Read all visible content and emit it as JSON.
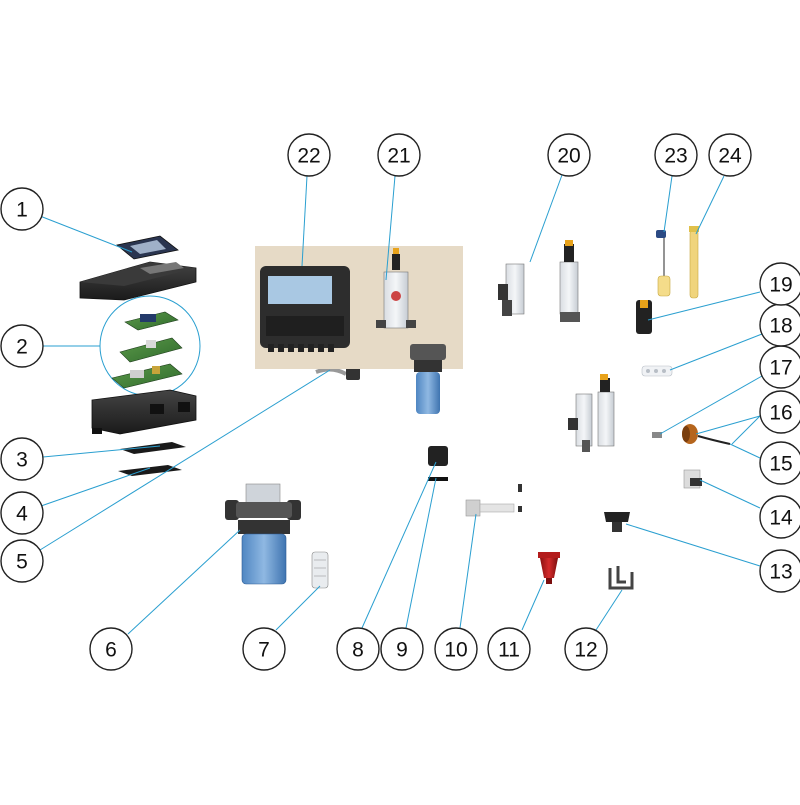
{
  "diagram": {
    "leader_color": "#2a9fd0",
    "callouts": [
      {
        "id": "1",
        "label": "1"
      },
      {
        "id": "2",
        "label": "2"
      },
      {
        "id": "3",
        "label": "3"
      },
      {
        "id": "4",
        "label": "4"
      },
      {
        "id": "5",
        "label": "5"
      },
      {
        "id": "6",
        "label": "6"
      },
      {
        "id": "7",
        "label": "7"
      },
      {
        "id": "8",
        "label": "8"
      },
      {
        "id": "9",
        "label": "9"
      },
      {
        "id": "10",
        "label": "10"
      },
      {
        "id": "11",
        "label": "11"
      },
      {
        "id": "12",
        "label": "12"
      },
      {
        "id": "13",
        "label": "13"
      },
      {
        "id": "14",
        "label": "14"
      },
      {
        "id": "15",
        "label": "15"
      },
      {
        "id": "16",
        "label": "16"
      },
      {
        "id": "17",
        "label": "17"
      },
      {
        "id": "18",
        "label": "18"
      },
      {
        "id": "19",
        "label": "19"
      },
      {
        "id": "20",
        "label": "20"
      },
      {
        "id": "21",
        "label": "21"
      },
      {
        "id": "22",
        "label": "22"
      },
      {
        "id": "23",
        "label": "23"
      },
      {
        "id": "24",
        "label": "24"
      }
    ],
    "parts": [
      {
        "id": "front-cover-gasket",
        "icon": "gasket-icon"
      },
      {
        "id": "controller-front-housing",
        "icon": "housing-icon"
      },
      {
        "id": "circuit-boards",
        "icon": "circuit-board-icon"
      },
      {
        "id": "controller-rear-housing",
        "icon": "housing-icon"
      },
      {
        "id": "rear-gasket-upper",
        "icon": "gasket-icon"
      },
      {
        "id": "rear-gasket-lower",
        "icon": "gasket-icon"
      },
      {
        "id": "power-cable-gland",
        "icon": "cable-icon"
      },
      {
        "id": "filter-housing",
        "icon": "filter-icon"
      },
      {
        "id": "filter-cartridge",
        "icon": "cartridge-icon"
      },
      {
        "id": "filter-cap",
        "icon": "cap-icon"
      },
      {
        "id": "o-ring",
        "icon": "o-ring-icon"
      },
      {
        "id": "injection-valve",
        "icon": "valve-icon"
      },
      {
        "id": "ceramic-weight",
        "icon": "weight-icon"
      },
      {
        "id": "bracket",
        "icon": "bracket-icon"
      },
      {
        "id": "suction-foot-valve",
        "icon": "foot-valve-icon"
      },
      {
        "id": "flow-switch",
        "icon": "flow-switch-icon"
      },
      {
        "id": "sensor-cable",
        "icon": "cable-icon"
      },
      {
        "id": "flow-detector",
        "icon": "detector-icon"
      },
      {
        "id": "electrode",
        "icon": "electrode-icon"
      },
      {
        "id": "probe-holders-small",
        "icon": "probe-holder-icon"
      },
      {
        "id": "clips-connectors",
        "icon": "connector-icon"
      },
      {
        "id": "electrode-cap",
        "icon": "cap-icon"
      },
      {
        "id": "probe-holder-assembly",
        "icon": "probe-holder-icon"
      },
      {
        "id": "probe-holder-panel",
        "icon": "probe-holder-icon"
      },
      {
        "id": "control-panel-board",
        "icon": "panel-icon"
      },
      {
        "id": "ph-probe",
        "icon": "probe-icon"
      },
      {
        "id": "orp-probe",
        "icon": "probe-icon"
      }
    ]
  }
}
